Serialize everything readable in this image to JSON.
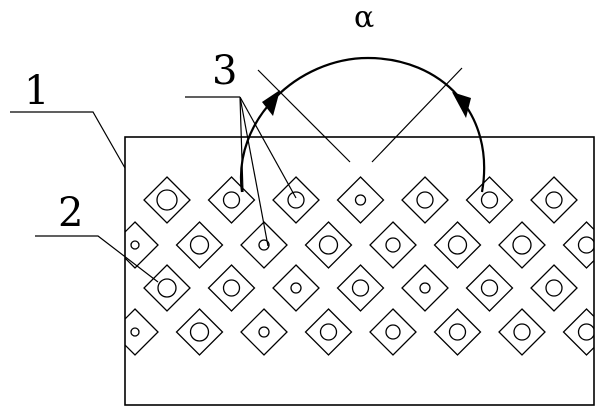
{
  "labels": {
    "part1": "1",
    "part2": "2",
    "part3": "3",
    "angle": "α"
  },
  "colors": {
    "line": "#000000",
    "background": "#ffffff"
  }
}
